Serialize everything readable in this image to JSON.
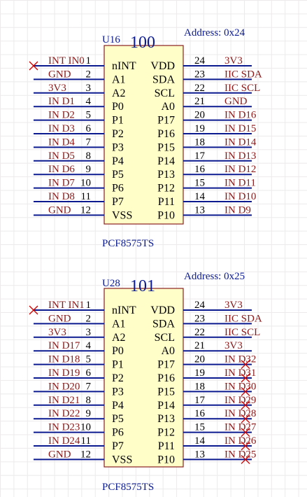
{
  "colors": {
    "wire": "#0b1a8f",
    "body_fill": "#fffdc8",
    "body_border": "#8a2020",
    "designator": "#0b1a8f",
    "value": "#0b1a8f",
    "net_label": "#8a1a1a",
    "pin_number": "#000000",
    "pin_name": "#000000",
    "no_connect": "#d00000",
    "grid": "#eceaea"
  },
  "components": [
    {
      "designator": "U16",
      "value": "100",
      "part": "PCF8575TS",
      "address": "Address: 0x24",
      "left_pins": [
        {
          "num": "1",
          "name": "nINT",
          "net": "INT_IN0",
          "nc": true
        },
        {
          "num": "2",
          "name": "A1",
          "net": "GND",
          "nc": false
        },
        {
          "num": "3",
          "name": "A2",
          "net": "3V3",
          "nc": false
        },
        {
          "num": "4",
          "name": "P0",
          "net": "IN_D1",
          "nc": false
        },
        {
          "num": "5",
          "name": "P1",
          "net": "IN_D2",
          "nc": false
        },
        {
          "num": "6",
          "name": "P2",
          "net": "IN_D3",
          "nc": false
        },
        {
          "num": "7",
          "name": "P3",
          "net": "IN_D4",
          "nc": false
        },
        {
          "num": "8",
          "name": "P4",
          "net": "IN_D5",
          "nc": false
        },
        {
          "num": "9",
          "name": "P5",
          "net": "IN_D6",
          "nc": false
        },
        {
          "num": "10",
          "name": "P6",
          "net": "IN_D7",
          "nc": false
        },
        {
          "num": "11",
          "name": "P7",
          "net": "IN_D8",
          "nc": false
        },
        {
          "num": "12",
          "name": "VSS",
          "net": "GND",
          "nc": false
        }
      ],
      "right_pins": [
        {
          "num": "24",
          "name": "VDD",
          "net": "3V3",
          "nc": false
        },
        {
          "num": "23",
          "name": "SDA",
          "net": "IIC_SDA",
          "nc": false
        },
        {
          "num": "22",
          "name": "SCL",
          "net": "IIC_SCL",
          "nc": false
        },
        {
          "num": "21",
          "name": "A0",
          "net": "GND",
          "nc": false
        },
        {
          "num": "20",
          "name": "P17",
          "net": "IN_D16",
          "nc": false
        },
        {
          "num": "19",
          "name": "P16",
          "net": "IN_D15",
          "nc": false
        },
        {
          "num": "18",
          "name": "P15",
          "net": "IN_D14",
          "nc": false
        },
        {
          "num": "17",
          "name": "P14",
          "net": "IN_D13",
          "nc": false
        },
        {
          "num": "16",
          "name": "P13",
          "net": "IN_D12",
          "nc": false
        },
        {
          "num": "15",
          "name": "P12",
          "net": "IN_D11",
          "nc": false
        },
        {
          "num": "14",
          "name": "P11",
          "net": "IN_D10",
          "nc": false
        },
        {
          "num": "13",
          "name": "P10",
          "net": "IN_D9",
          "nc": false
        }
      ]
    },
    {
      "designator": "U28",
      "value": "101",
      "part": "PCF8575TS",
      "address": "Address: 0x25",
      "left_pins": [
        {
          "num": "1",
          "name": "nINT",
          "net": "INT_IN1",
          "nc": true
        },
        {
          "num": "2",
          "name": "A1",
          "net": "GND",
          "nc": false
        },
        {
          "num": "3",
          "name": "A2",
          "net": "3V3",
          "nc": false
        },
        {
          "num": "4",
          "name": "P0",
          "net": "IN_D17",
          "nc": false
        },
        {
          "num": "5",
          "name": "P1",
          "net": "IN_D18",
          "nc": false
        },
        {
          "num": "6",
          "name": "P2",
          "net": "IN_D19",
          "nc": false
        },
        {
          "num": "7",
          "name": "P3",
          "net": "IN_D20",
          "nc": false
        },
        {
          "num": "8",
          "name": "P4",
          "net": "IN_D21",
          "nc": false
        },
        {
          "num": "9",
          "name": "P5",
          "net": "IN_D22",
          "nc": false
        },
        {
          "num": "10",
          "name": "P6",
          "net": "IN_D23",
          "nc": false
        },
        {
          "num": "11",
          "name": "P7",
          "net": "IN_D24",
          "nc": false
        },
        {
          "num": "12",
          "name": "VSS",
          "net": "GND",
          "nc": false
        }
      ],
      "right_pins": [
        {
          "num": "24",
          "name": "VDD",
          "net": "3V3",
          "nc": false
        },
        {
          "num": "23",
          "name": "SDA",
          "net": "IIC_SDA",
          "nc": false
        },
        {
          "num": "22",
          "name": "SCL",
          "net": "IIC_SCL",
          "nc": false
        },
        {
          "num": "21",
          "name": "A0",
          "net": "3V3",
          "nc": false
        },
        {
          "num": "20",
          "name": "P17",
          "net": "IN_D32",
          "nc": true
        },
        {
          "num": "19",
          "name": "P16",
          "net": "IN_D31",
          "nc": true
        },
        {
          "num": "18",
          "name": "P15",
          "net": "IN_D30",
          "nc": true
        },
        {
          "num": "17",
          "name": "P14",
          "net": "IN_D29",
          "nc": true
        },
        {
          "num": "16",
          "name": "P13",
          "net": "IN_D28",
          "nc": true
        },
        {
          "num": "15",
          "name": "P12",
          "net": "IN_D27",
          "nc": true
        },
        {
          "num": "14",
          "name": "P11",
          "net": "IN_D26",
          "nc": true
        },
        {
          "num": "13",
          "name": "P10",
          "net": "IN_D25",
          "nc": true
        }
      ]
    }
  ]
}
